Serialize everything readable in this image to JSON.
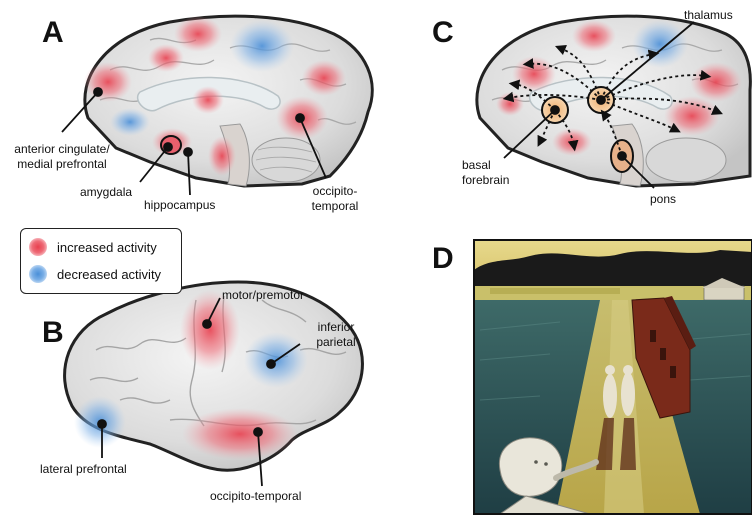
{
  "panels": {
    "a": "A",
    "b": "B",
    "c": "C",
    "d": "D"
  },
  "panel_a": {
    "anterior_cingulate": "anterior cingulate/",
    "medial_prefrontal": "medial prefrontal",
    "amygdala": "amygdala",
    "hippocampus": "hippocampus",
    "occipito": "occipito-",
    "temporal": "temporal"
  },
  "legend": {
    "increased": "increased activity",
    "decreased": "decreased activity",
    "increased_color": "#e8404f",
    "decreased_color": "#4a8fd8"
  },
  "panel_b": {
    "motor_premotor": "motor/premotor",
    "inferior": "inferior",
    "parietal": "parietal",
    "lateral_prefrontal": "lateral prefrontal",
    "occipito_temporal": "occipito-temporal"
  },
  "panel_c": {
    "thalamus": "thalamus",
    "basal": "basal",
    "forebrain": "forebrain",
    "pons": "pons"
  }
}
